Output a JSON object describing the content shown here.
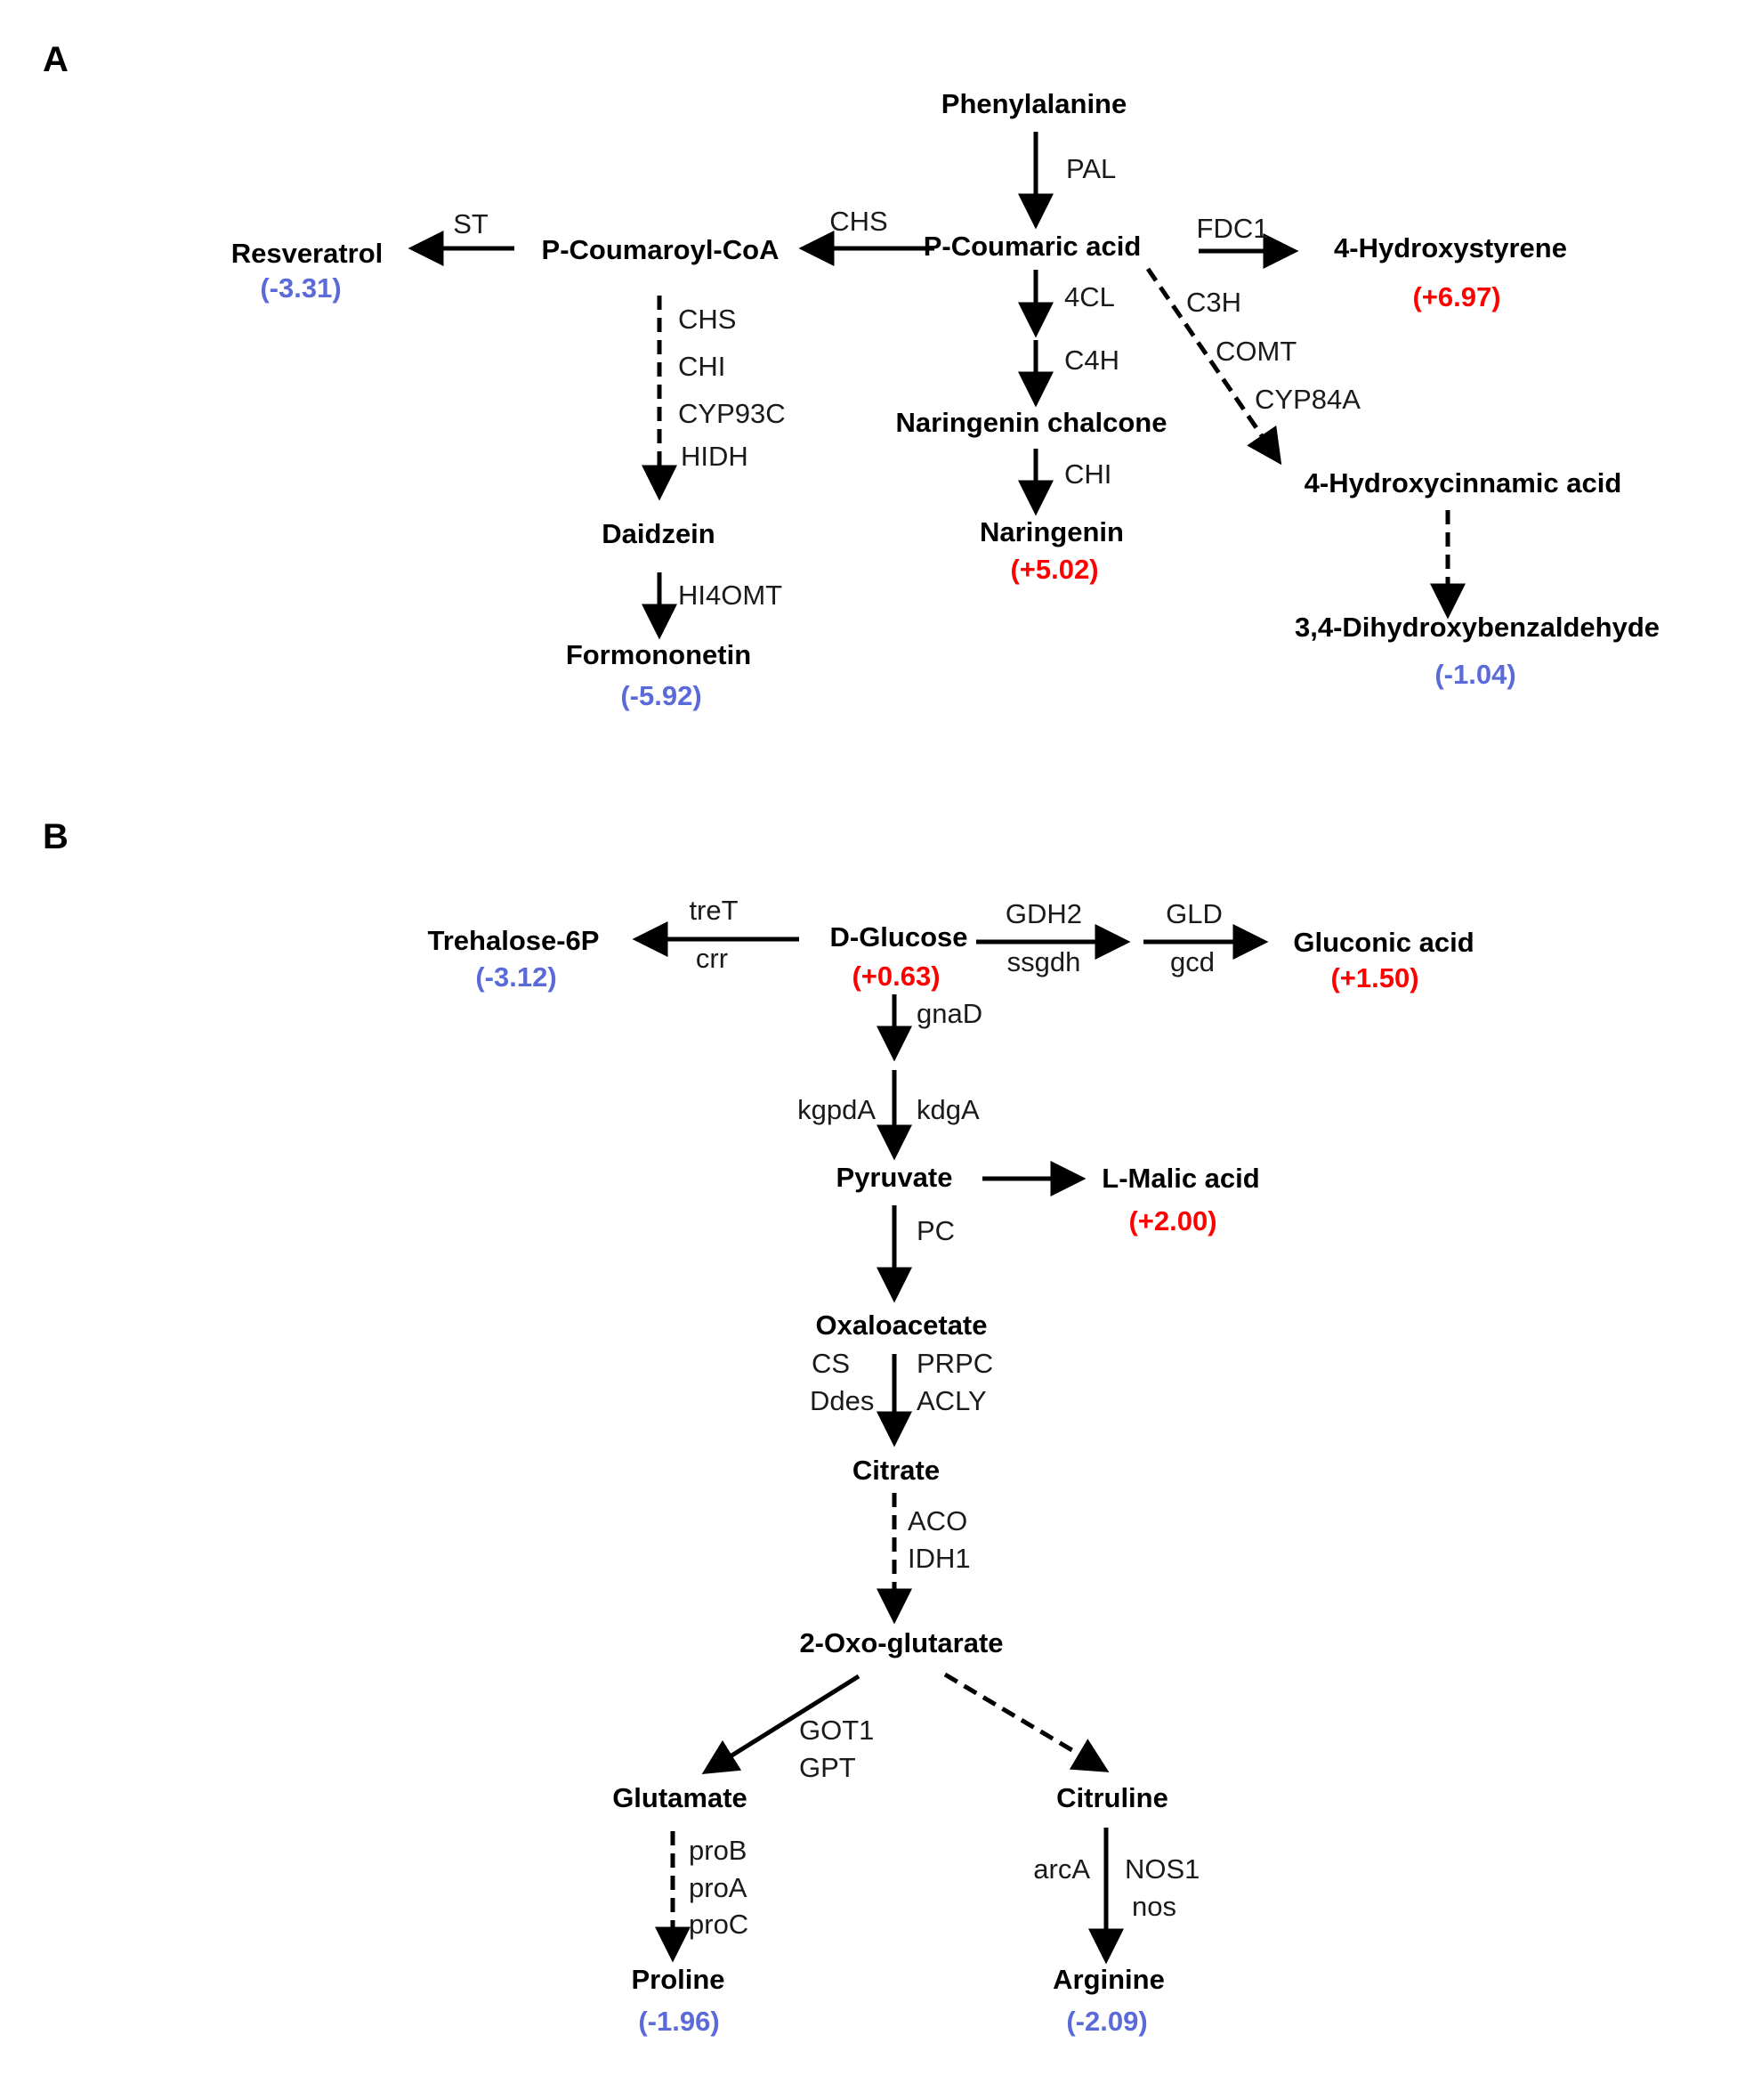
{
  "colors": {
    "increase": "#ff0000",
    "decrease": "#5a6ad8",
    "text": "#000000"
  },
  "panels": [
    {
      "label": "A",
      "metabolites": [
        {
          "id": "phenylalanine",
          "name": "Phenylalanine"
        },
        {
          "id": "p_coumaric_acid",
          "name": "P-Coumaric acid"
        },
        {
          "id": "p_coumaroyl_coa",
          "name": "P-Coumaroyl-CoA"
        },
        {
          "id": "resveratrol",
          "name": "Resveratrol",
          "change": "(-3.31)"
        },
        {
          "id": "hydroxystyrene",
          "name": "4-Hydroxystyrene",
          "change": "(+6.97)"
        },
        {
          "id": "naringenin_chalcone",
          "name": "Naringenin chalcone"
        },
        {
          "id": "naringenin",
          "name": "Naringenin",
          "change": "(+5.02)"
        },
        {
          "id": "hydroxycinnamic_acid",
          "name": "4-Hydroxycinnamic acid"
        },
        {
          "id": "dihydroxybenzaldehyde",
          "name": "3,4-Dihydroxybenzaldehyde",
          "change": "(-1.04)"
        },
        {
          "id": "daidzein",
          "name": "Daidzein"
        },
        {
          "id": "formononetin",
          "name": "Formononetin",
          "change": "(-5.92)"
        }
      ],
      "reactions": [
        {
          "from": "phenylalanine",
          "to": "p_coumaric_acid",
          "enzymes": [
            "PAL"
          ],
          "style": "solid"
        },
        {
          "from": "p_coumaric_acid",
          "to": "p_coumaroyl_coa",
          "enzymes": [
            "CHS"
          ],
          "style": "solid"
        },
        {
          "from": "p_coumaroyl_coa",
          "to": "resveratrol",
          "enzymes": [
            "ST"
          ],
          "style": "solid"
        },
        {
          "from": "p_coumaric_acid",
          "to": "hydroxystyrene",
          "enzymes": [
            "FDC1"
          ],
          "style": "solid"
        },
        {
          "from": "p_coumaric_acid",
          "to": "naringenin_chalcone",
          "enzymes": [
            "4CL",
            "C4H"
          ],
          "style": "solid"
        },
        {
          "from": "naringenin_chalcone",
          "to": "naringenin",
          "enzymes": [
            "CHI"
          ],
          "style": "solid"
        },
        {
          "from": "p_coumaric_acid",
          "to": "hydroxycinnamic_acid",
          "enzymes": [
            "C3H",
            "COMT",
            "CYP84A"
          ],
          "style": "dashed"
        },
        {
          "from": "hydroxycinnamic_acid",
          "to": "dihydroxybenzaldehyde",
          "enzymes": [],
          "style": "dashed"
        },
        {
          "from": "p_coumaroyl_coa",
          "to": "daidzein",
          "enzymes": [
            "CHS",
            "CHI",
            "CYP93C",
            "HIDH"
          ],
          "style": "dashed"
        },
        {
          "from": "daidzein",
          "to": "formononetin",
          "enzymes": [
            "HI4OMT"
          ],
          "style": "solid"
        }
      ]
    },
    {
      "label": "B",
      "metabolites": [
        {
          "id": "d_glucose",
          "name": "D-Glucose",
          "change": "(+0.63)"
        },
        {
          "id": "trehalose_6p",
          "name": "Trehalose-6P",
          "change": "(-3.12)"
        },
        {
          "id": "gluconic_acid",
          "name": "Gluconic acid",
          "change": "(+1.50)"
        },
        {
          "id": "pyruvate",
          "name": "Pyruvate"
        },
        {
          "id": "l_malic_acid",
          "name": "L-Malic acid",
          "change": "(+2.00)"
        },
        {
          "id": "oxaloacetate",
          "name": "Oxaloacetate"
        },
        {
          "id": "citrate",
          "name": "Citrate"
        },
        {
          "id": "oxo_glutarate",
          "name": "2-Oxo-glutarate"
        },
        {
          "id": "glutamate",
          "name": "Glutamate"
        },
        {
          "id": "citruline",
          "name": "Citruline"
        },
        {
          "id": "proline",
          "name": "Proline",
          "change": "(-1.96)"
        },
        {
          "id": "arginine",
          "name": "Arginine",
          "change": "(-2.09)"
        }
      ],
      "reactions": [
        {
          "from": "d_glucose",
          "to": "trehalose_6p",
          "enzymes": [
            "treT",
            "crr"
          ],
          "style": "solid"
        },
        {
          "from": "d_glucose",
          "to": "gluconic_acid",
          "enzymes": [
            "GDH2",
            "ssgdh",
            "GLD",
            "gcd"
          ],
          "style": "solid"
        },
        {
          "from": "d_glucose",
          "to": "pyruvate",
          "enzymes": [
            "gnaD",
            "kgpdA",
            "kdgA"
          ],
          "style": "solid"
        },
        {
          "from": "pyruvate",
          "to": "l_malic_acid",
          "enzymes": [],
          "style": "solid"
        },
        {
          "from": "pyruvate",
          "to": "oxaloacetate",
          "enzymes": [
            "PC"
          ],
          "style": "solid"
        },
        {
          "from": "oxaloacetate",
          "to": "citrate",
          "enzymes": [
            "CS",
            "Ddes",
            "PRPC",
            "ACLY"
          ],
          "style": "solid"
        },
        {
          "from": "citrate",
          "to": "oxo_glutarate",
          "enzymes": [
            "ACO",
            "IDH1"
          ],
          "style": "dashed"
        },
        {
          "from": "oxo_glutarate",
          "to": "glutamate",
          "enzymes": [
            "GOT1",
            "GPT"
          ],
          "style": "solid"
        },
        {
          "from": "oxo_glutarate",
          "to": "citruline",
          "enzymes": [],
          "style": "dashed"
        },
        {
          "from": "glutamate",
          "to": "proline",
          "enzymes": [
            "proB",
            "proA",
            "proC"
          ],
          "style": "dashed"
        },
        {
          "from": "citruline",
          "to": "arginine",
          "enzymes": [
            "arcA",
            "NOS1",
            "nos"
          ],
          "style": "solid"
        }
      ]
    }
  ]
}
